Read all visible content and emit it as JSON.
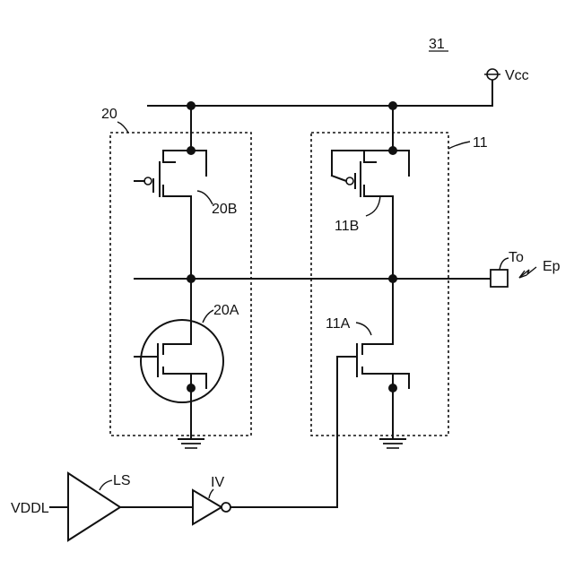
{
  "figure_number": "31",
  "supply_label": "Vcc",
  "input_label": "VDDL",
  "block_labels": {
    "left_block": "20",
    "right_block": "11"
  },
  "component_labels": {
    "level_shifter": "LS",
    "inverter": "IV",
    "left_pmos": "20B",
    "left_nmos": "20A",
    "right_pmos": "11B",
    "right_nmos": "11A",
    "terminal": "To",
    "disturbance": "Ep"
  }
}
